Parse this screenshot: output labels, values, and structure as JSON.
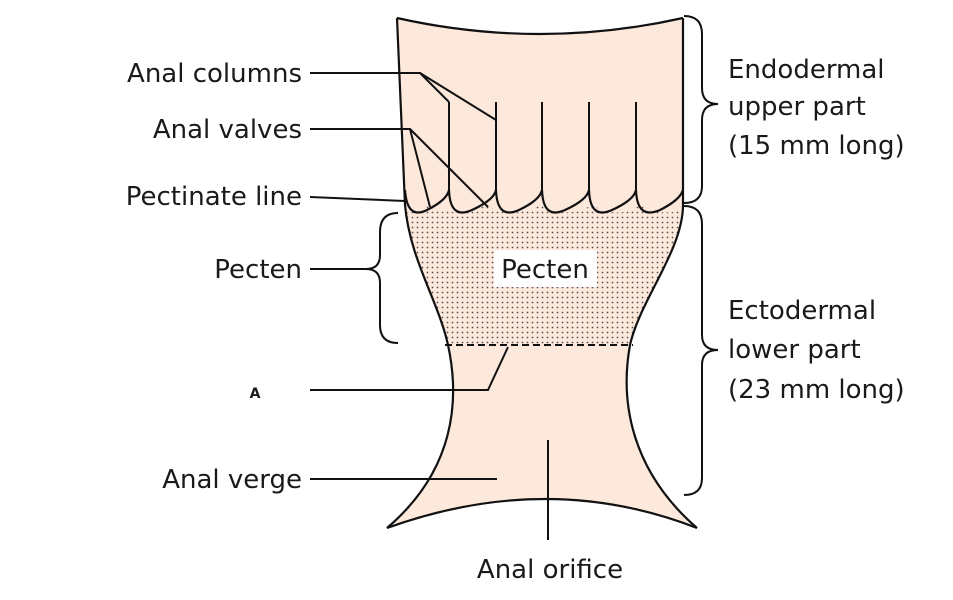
{
  "colors": {
    "canal_fill": "#fde8dc",
    "stroke": "#111111",
    "text": "#1a1a1a",
    "pecten_dots": "#555555"
  },
  "labels": {
    "anal_columns": "Anal columns",
    "anal_valves": "Anal valves",
    "pectinate_line": "Pectinate line",
    "pecten_left": "Pecten",
    "pecten_center": "Pecten",
    "white_line_marker": "A",
    "anal_verge": "Anal verge",
    "anal_orifice": "Anal orifice"
  },
  "right_labels": {
    "upper": [
      "Endodermal",
      "upper part",
      "(15 mm long)"
    ],
    "lower": [
      "Ectodermal",
      "lower part",
      "(23 mm long)"
    ]
  }
}
